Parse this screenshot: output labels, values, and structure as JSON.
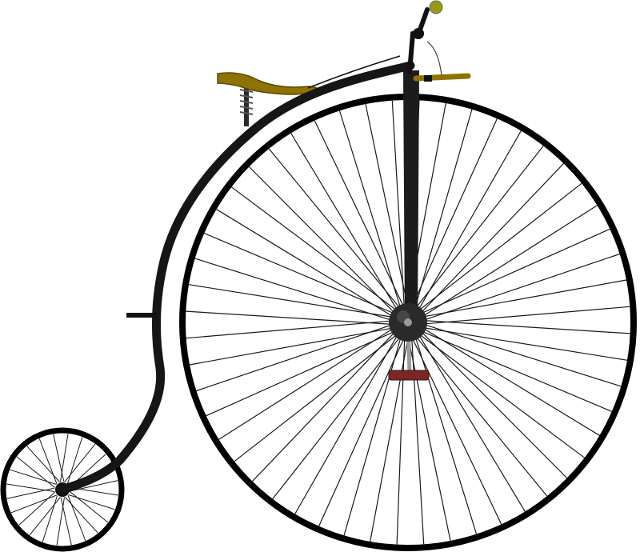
{
  "illustration": {
    "subject": "penny-farthing-bicycle",
    "colors": {
      "background": "#ffffff",
      "frame": "#161616",
      "tire": "#000000",
      "spoke": "#1a1a1a",
      "saddle": "#8f7300",
      "saddle_dark": "#5c4a00",
      "pedal": "#7a2626",
      "handle_grip": "#9a9a12",
      "hub": "#2a2a2a",
      "crank": "#9c9c9c",
      "spring": "#3a3a3a"
    },
    "front_wheel": {
      "spoke_count": 52
    },
    "rear_wheel": {
      "spoke_count": 24
    }
  }
}
